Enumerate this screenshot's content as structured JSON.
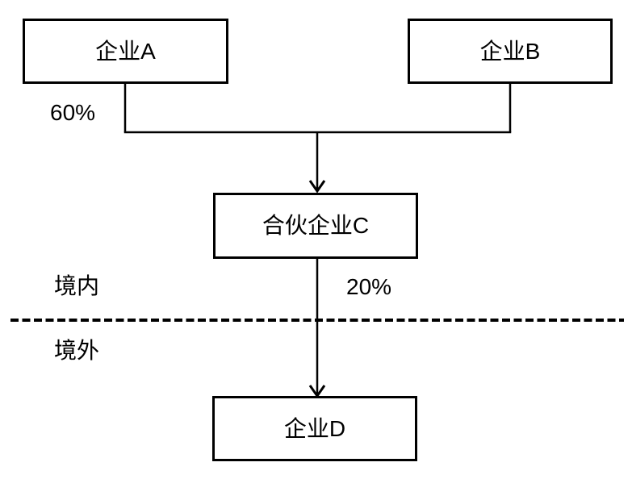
{
  "diagram": {
    "title_implicit": "",
    "nodes": {
      "company_a": {
        "label": "企业A"
      },
      "company_b": {
        "label": "企业B"
      },
      "partnership_c": {
        "label": "合伙企业C"
      },
      "company_d": {
        "label": "企业D"
      }
    },
    "edge_labels": {
      "a_to_c_ownership": "60%",
      "c_to_d_ownership": "20%"
    },
    "regions": {
      "onshore": "境内",
      "offshore": "境外"
    },
    "colors": {
      "line": "#000000",
      "background": "#ffffff",
      "text": "#000000"
    }
  }
}
